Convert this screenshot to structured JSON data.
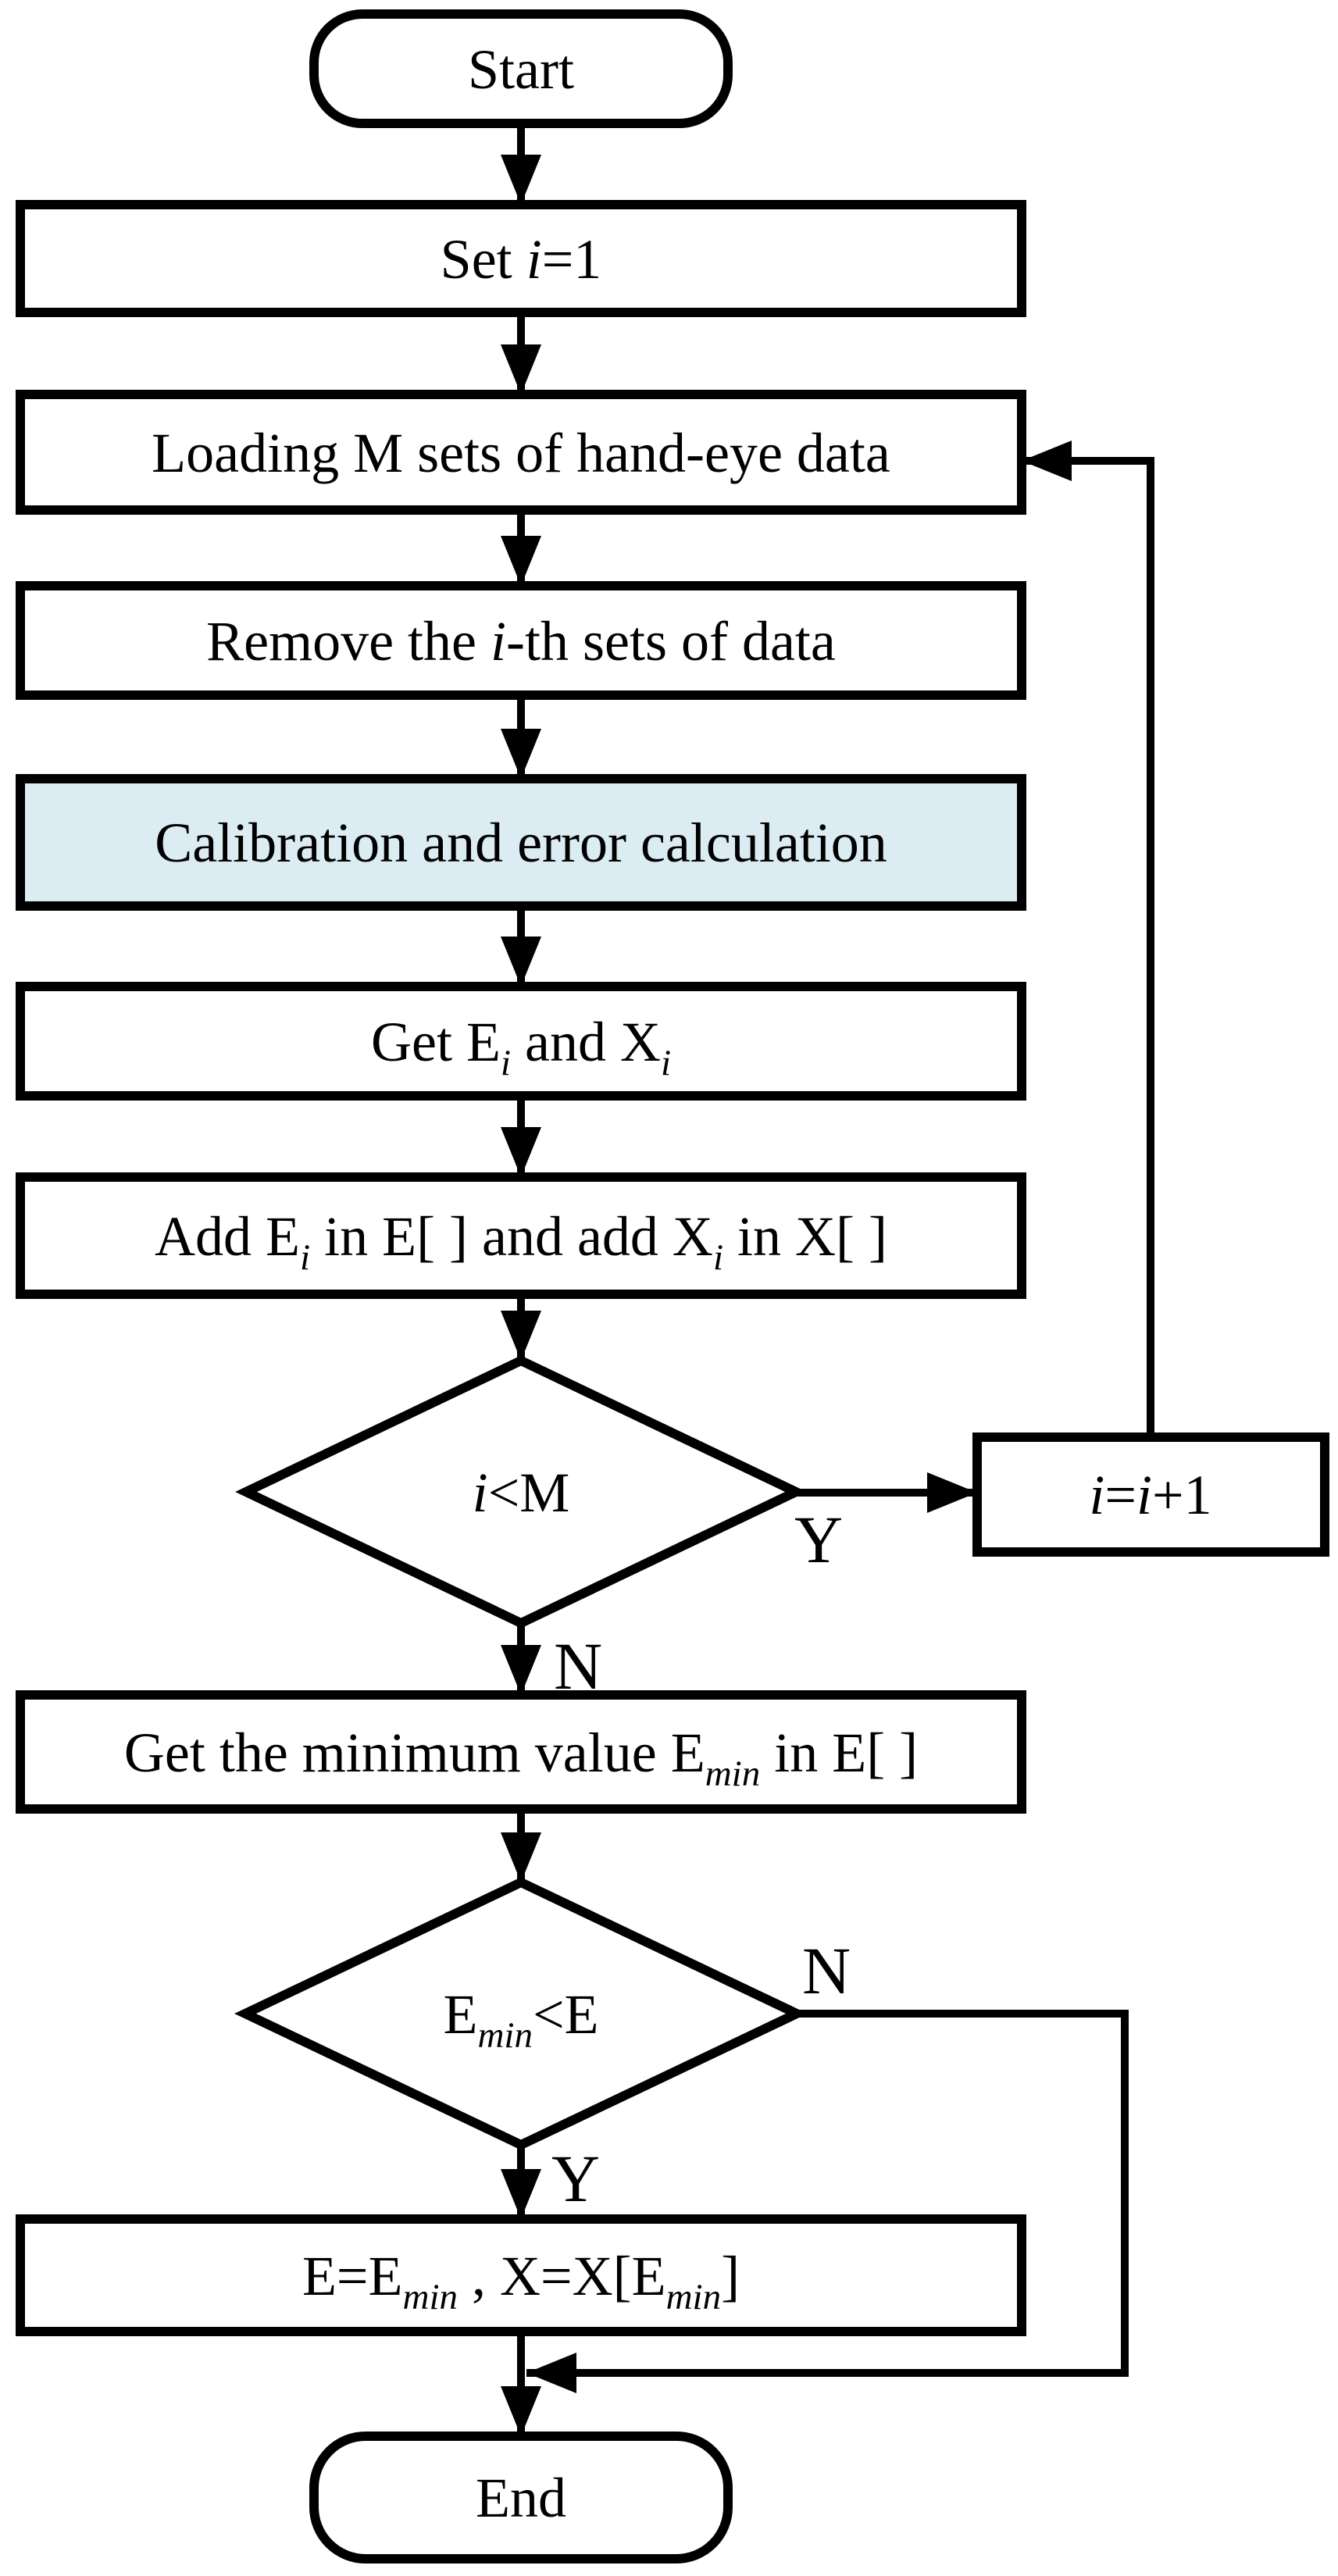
{
  "figure": {
    "type": "flowchart",
    "description": "Leave-one-out hand-eye calibration procedure flowchart"
  },
  "colors": {
    "background": "#ffffff",
    "stroke": "#000000",
    "node_fill": "#ffffff",
    "highlight_fill": "#dcecf3",
    "text": "#000000"
  },
  "nodes": {
    "start": [
      "Start"
    ],
    "set_i": [
      "Set ",
      "i",
      "=1"
    ],
    "loading": [
      "Loading M sets of hand-eye data"
    ],
    "remove": [
      "Remove the ",
      "i",
      "-th sets of data"
    ],
    "calibration": [
      "Calibration and error calculation"
    ],
    "get_ei_xi": [
      "Get E",
      "i",
      " and X",
      "i"
    ],
    "add_arrays": [
      "Add E",
      "i",
      " in E[ ] and add X",
      "i",
      " in X[ ]"
    ],
    "check_i_m": [
      "i",
      "<M"
    ],
    "increment": [
      "i",
      "=",
      "i",
      "+1"
    ],
    "get_min": [
      "Get the minimum value E",
      "min",
      " in E[ ]"
    ],
    "check_emin": [
      "E",
      "min",
      "<E"
    ],
    "assign": [
      "E=E",
      "min",
      " , X=X[E",
      "min",
      "]"
    ],
    "end": [
      "End"
    ]
  },
  "edges": [
    {
      "from": "start",
      "to": "set_i",
      "label": ""
    },
    {
      "from": "set_i",
      "to": "loading",
      "label": ""
    },
    {
      "from": "loading",
      "to": "remove",
      "label": ""
    },
    {
      "from": "remove",
      "to": "calibration",
      "label": ""
    },
    {
      "from": "calibration",
      "to": "get_ei_xi",
      "label": ""
    },
    {
      "from": "get_ei_xi",
      "to": "add_arrays",
      "label": ""
    },
    {
      "from": "add_arrays",
      "to": "check_i_m",
      "label": ""
    },
    {
      "from": "check_i_m",
      "to": "increment",
      "label": "Y"
    },
    {
      "from": "increment",
      "to": "loading",
      "label": ""
    },
    {
      "from": "check_i_m",
      "to": "get_min",
      "label": "N"
    },
    {
      "from": "get_min",
      "to": "check_emin",
      "label": ""
    },
    {
      "from": "check_emin",
      "to": "assign",
      "label": "Y"
    },
    {
      "from": "check_emin",
      "to": "end",
      "label": "N"
    },
    {
      "from": "assign",
      "to": "end",
      "label": ""
    }
  ]
}
